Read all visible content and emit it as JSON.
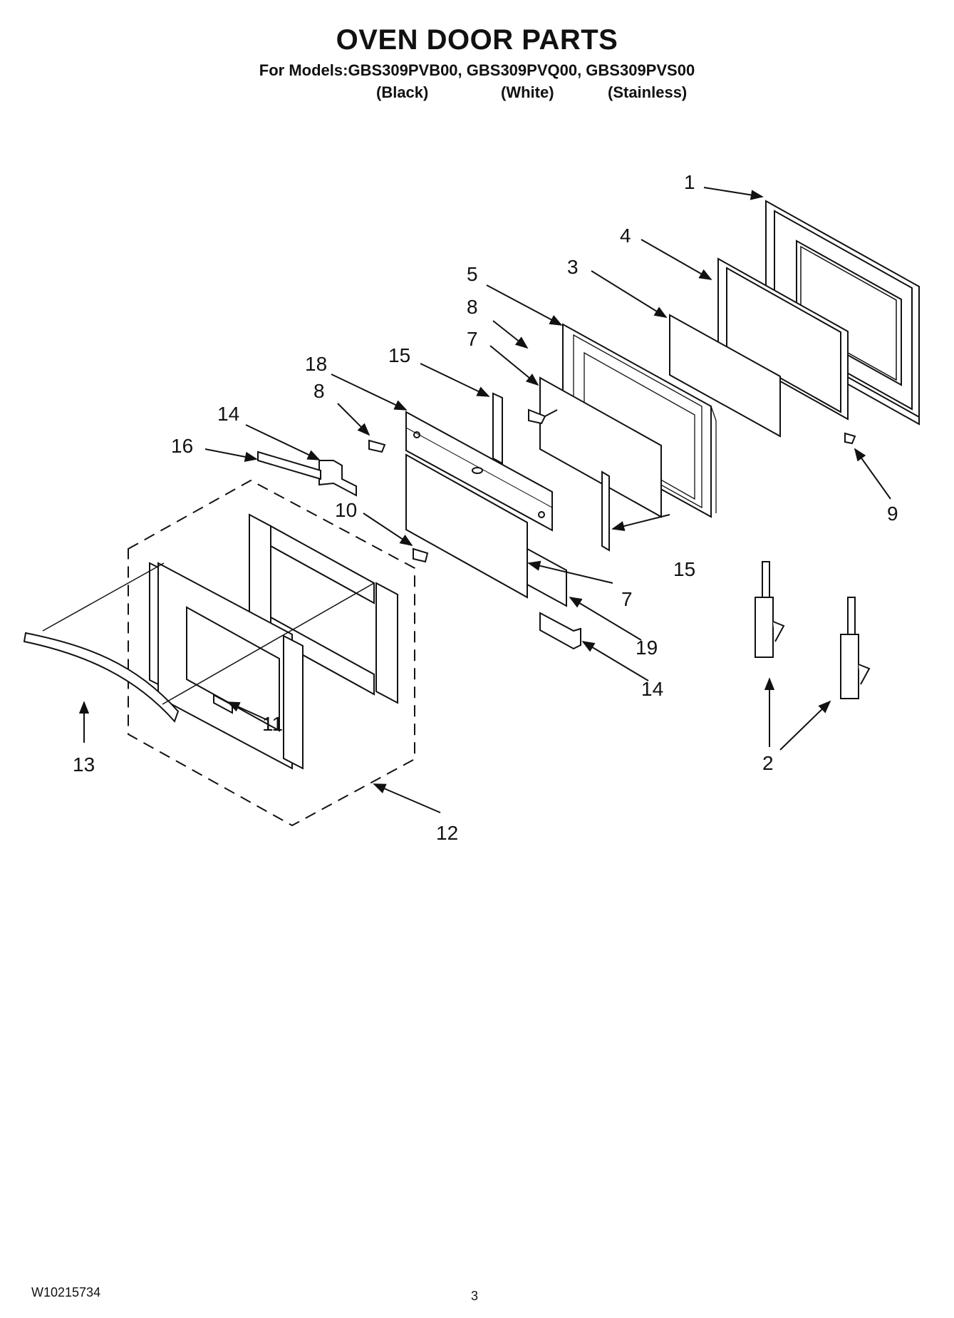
{
  "title": "OVEN DOOR PARTS",
  "models_line": "For Models:GBS309PVB00, GBS309PVQ00, GBS309PVS00",
  "variants": [
    "(Black)",
    "(White)",
    "(Stainless)"
  ],
  "callouts": {
    "c1": "1",
    "c2": "2",
    "c3": "3",
    "c4": "4",
    "c5": "5",
    "c7a": "7",
    "c7b": "7",
    "c8a": "8",
    "c8b": "8",
    "c9": "9",
    "c10": "10",
    "c11": "11",
    "c12": "12",
    "c13": "13",
    "c14a": "14",
    "c14b": "14",
    "c15a": "15",
    "c15b": "15",
    "c16": "16",
    "c18": "18",
    "c19": "19"
  },
  "footer": {
    "doc_number": "W10215734",
    "page_number": "3"
  }
}
